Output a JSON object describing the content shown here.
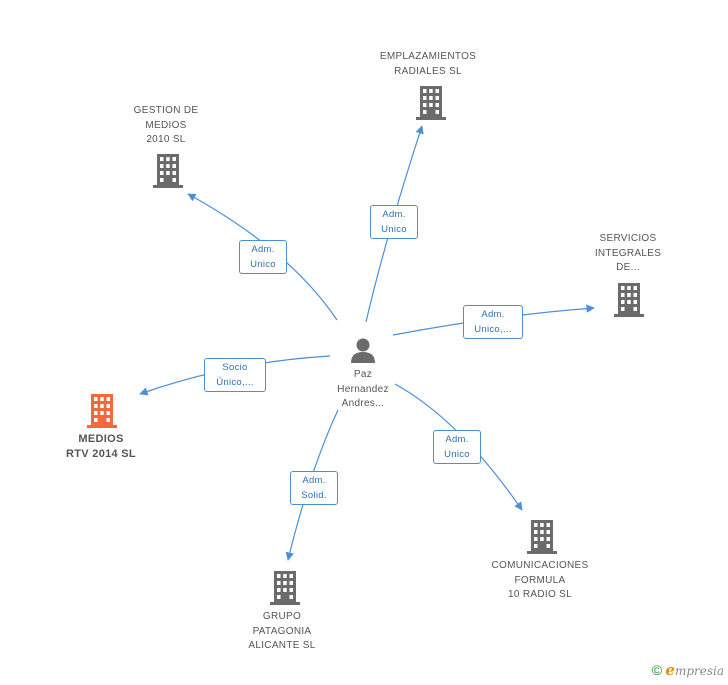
{
  "colors": {
    "company_icon": "#6b6b6b",
    "focus_icon": "#f26a3a",
    "person_icon": "#6b6b6b",
    "edge": "#4a8fd9",
    "edge_label_text": "#2f6fb5",
    "node_text": "#555555"
  },
  "person": {
    "lines": [
      "Paz",
      "Hernandez",
      "Andres..."
    ],
    "icon": "person-icon"
  },
  "nodes": {
    "emplazamientos": {
      "lines": [
        "EMPLAZAMIENTOS",
        "RADIALES SL"
      ],
      "icon": "building-icon"
    },
    "gestion": {
      "lines": [
        "GESTION DE",
        "MEDIOS",
        "2010 SL"
      ],
      "icon": "building-icon"
    },
    "servicios": {
      "lines": [
        "SERVICIOS",
        "INTEGRALES",
        "DE..."
      ],
      "icon": "building-icon"
    },
    "medios": {
      "lines": [
        "MEDIOS",
        "RTV 2014  SL"
      ],
      "icon": "building-icon"
    },
    "comunicaciones": {
      "lines": [
        "COMUNICACIONES",
        "FORMULA",
        "10 RADIO SL"
      ],
      "icon": "building-icon"
    },
    "grupo": {
      "lines": [
        "GRUPO",
        "PATAGONIA",
        "ALICANTE SL"
      ],
      "icon": "building-icon"
    }
  },
  "edges": {
    "emplazamientos": [
      "Adm.",
      "Unico"
    ],
    "gestion": [
      "Adm.",
      "Unico"
    ],
    "servicios": [
      "Adm.",
      "Unico,..."
    ],
    "medios": [
      "Socio",
      "Único,..."
    ],
    "comunicaciones": [
      "Adm.",
      "Unico"
    ],
    "grupo": [
      "Adm.",
      "Solid."
    ]
  },
  "brand": {
    "copyright": "©",
    "first": "e",
    "rest": "mpresia"
  }
}
